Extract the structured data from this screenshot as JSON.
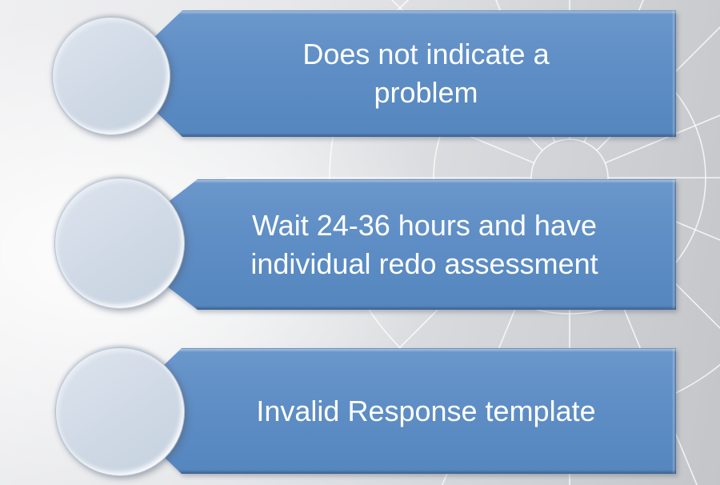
{
  "slide": {
    "items": [
      {
        "label": "Does not indicate a problem",
        "lines": [
          "Does not indicate a",
          "problem"
        ]
      },
      {
        "label": "Wait 24-36 hours and have individual redo assessment",
        "lines": [
          "Wait 24-36 hours and have",
          "individual redo assessment"
        ]
      },
      {
        "label": "Invalid Response template",
        "lines": [
          "Invalid Response template"
        ]
      }
    ],
    "colors": {
      "banner_fill": "#5e8ec5",
      "banner_edge_dark": "#3d6697",
      "banner_edge_light": "#9ab7dc",
      "bullet_fill": "#cfd9e5",
      "text": "#ffffff",
      "background_left": "#efeff1",
      "background_right": "#c3c5c9",
      "pattern_line": "#ffffff"
    }
  }
}
